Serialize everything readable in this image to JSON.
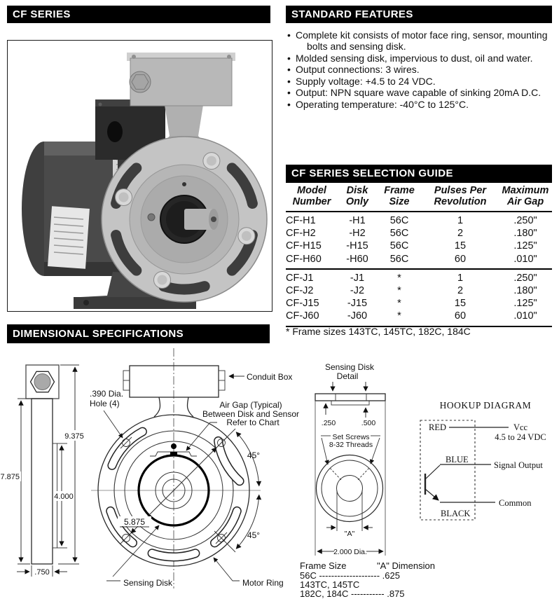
{
  "headers": {
    "cf_series": "CF SERIES",
    "standard_features": "STANDARD FEATURES",
    "selection_guide": "CF SERIES SELECTION GUIDE",
    "dimensional_specs": "DIMENSIONAL SPECIFICATIONS"
  },
  "bullet": "•",
  "features": [
    "Complete kit consists of motor face ring, sensor, mounting bolts and sensing disk.",
    "Molded sensing disk, impervious to dust, oil and water.",
    "Output connections: 3 wires.",
    "Supply voltage: +4.5 to 24 VDC.",
    "Output: NPN square wave capable of sinking 20mA D.C.",
    "Operating temperature: -40°C to 125°C."
  ],
  "selection_guide": {
    "columns": [
      "Model\nNumber",
      "Disk\nOnly",
      "Frame\nSize",
      "Pulses Per\nRevolution",
      "Maximum\nAir Gap"
    ],
    "groups": [
      {
        "rows": [
          [
            "CF-H1",
            "-H1",
            "56C",
            "1",
            ".250\""
          ],
          [
            "CF-H2",
            "-H2",
            "56C",
            "2",
            ".180\""
          ],
          [
            "CF-H15",
            "-H15",
            "56C",
            "15",
            ".125\""
          ],
          [
            "CF-H60",
            "-H60",
            "56C",
            "60",
            ".010\""
          ]
        ]
      },
      {
        "rows": [
          [
            "CF-J1",
            "-J1",
            "*",
            "1",
            ".250\""
          ],
          [
            "CF-J2",
            "-J2",
            "*",
            "2",
            ".180\""
          ],
          [
            "CF-J15",
            "-J15",
            "*",
            "15",
            ".125\""
          ],
          [
            "CF-J60",
            "-J60",
            "*",
            "60",
            ".010\""
          ]
        ]
      }
    ],
    "footnote": "* Frame sizes 143TC, 145TC, 182C, 184C"
  },
  "drawing": {
    "side_view": {
      "dim_9375": "9.375",
      "dim_7875": "7.875",
      "dim_4000": "4.000",
      "dim_750": ".750"
    },
    "front_view": {
      "hole_label_1": ".390 Dia.",
      "hole_label_2": "Hole (4)",
      "airgap_1": "Air Gap (Typical)",
      "airgap_2": "Between Disk and Sensor",
      "airgap_3": "Refer to Chart",
      "angle_top": "45°",
      "angle_bottom": "45°",
      "bolt_circle": "5.875",
      "sensing_disk": "Sensing Disk",
      "motor_ring": "Motor Ring",
      "conduit_box": "Conduit Box"
    },
    "disk_detail": {
      "title_1": "Sensing Disk",
      "title_2": "Detail",
      "dim_250": ".250",
      "dim_500": ".500",
      "set_screws_1": "Set Screws",
      "set_screws_2": "8-32 Threads",
      "dim_a": "\"A\"",
      "dim_2000": "2.000 Dia."
    },
    "frame_table": {
      "col1": "Frame Size",
      "col2": "\"A\" Dimension",
      "row1": "56C -------------------- .625",
      "row2": "143TC, 145TC",
      "row3": "182C, 184C ----------- .875"
    },
    "hookup": {
      "title": "HOOKUP DIAGRAM",
      "red": "RED",
      "blue": "BLUE",
      "black": "BLACK",
      "vcc_1": "Vcc",
      "vcc_2": "4.5 to 24 VDC",
      "signal": "Signal Output",
      "common": "Common"
    }
  }
}
